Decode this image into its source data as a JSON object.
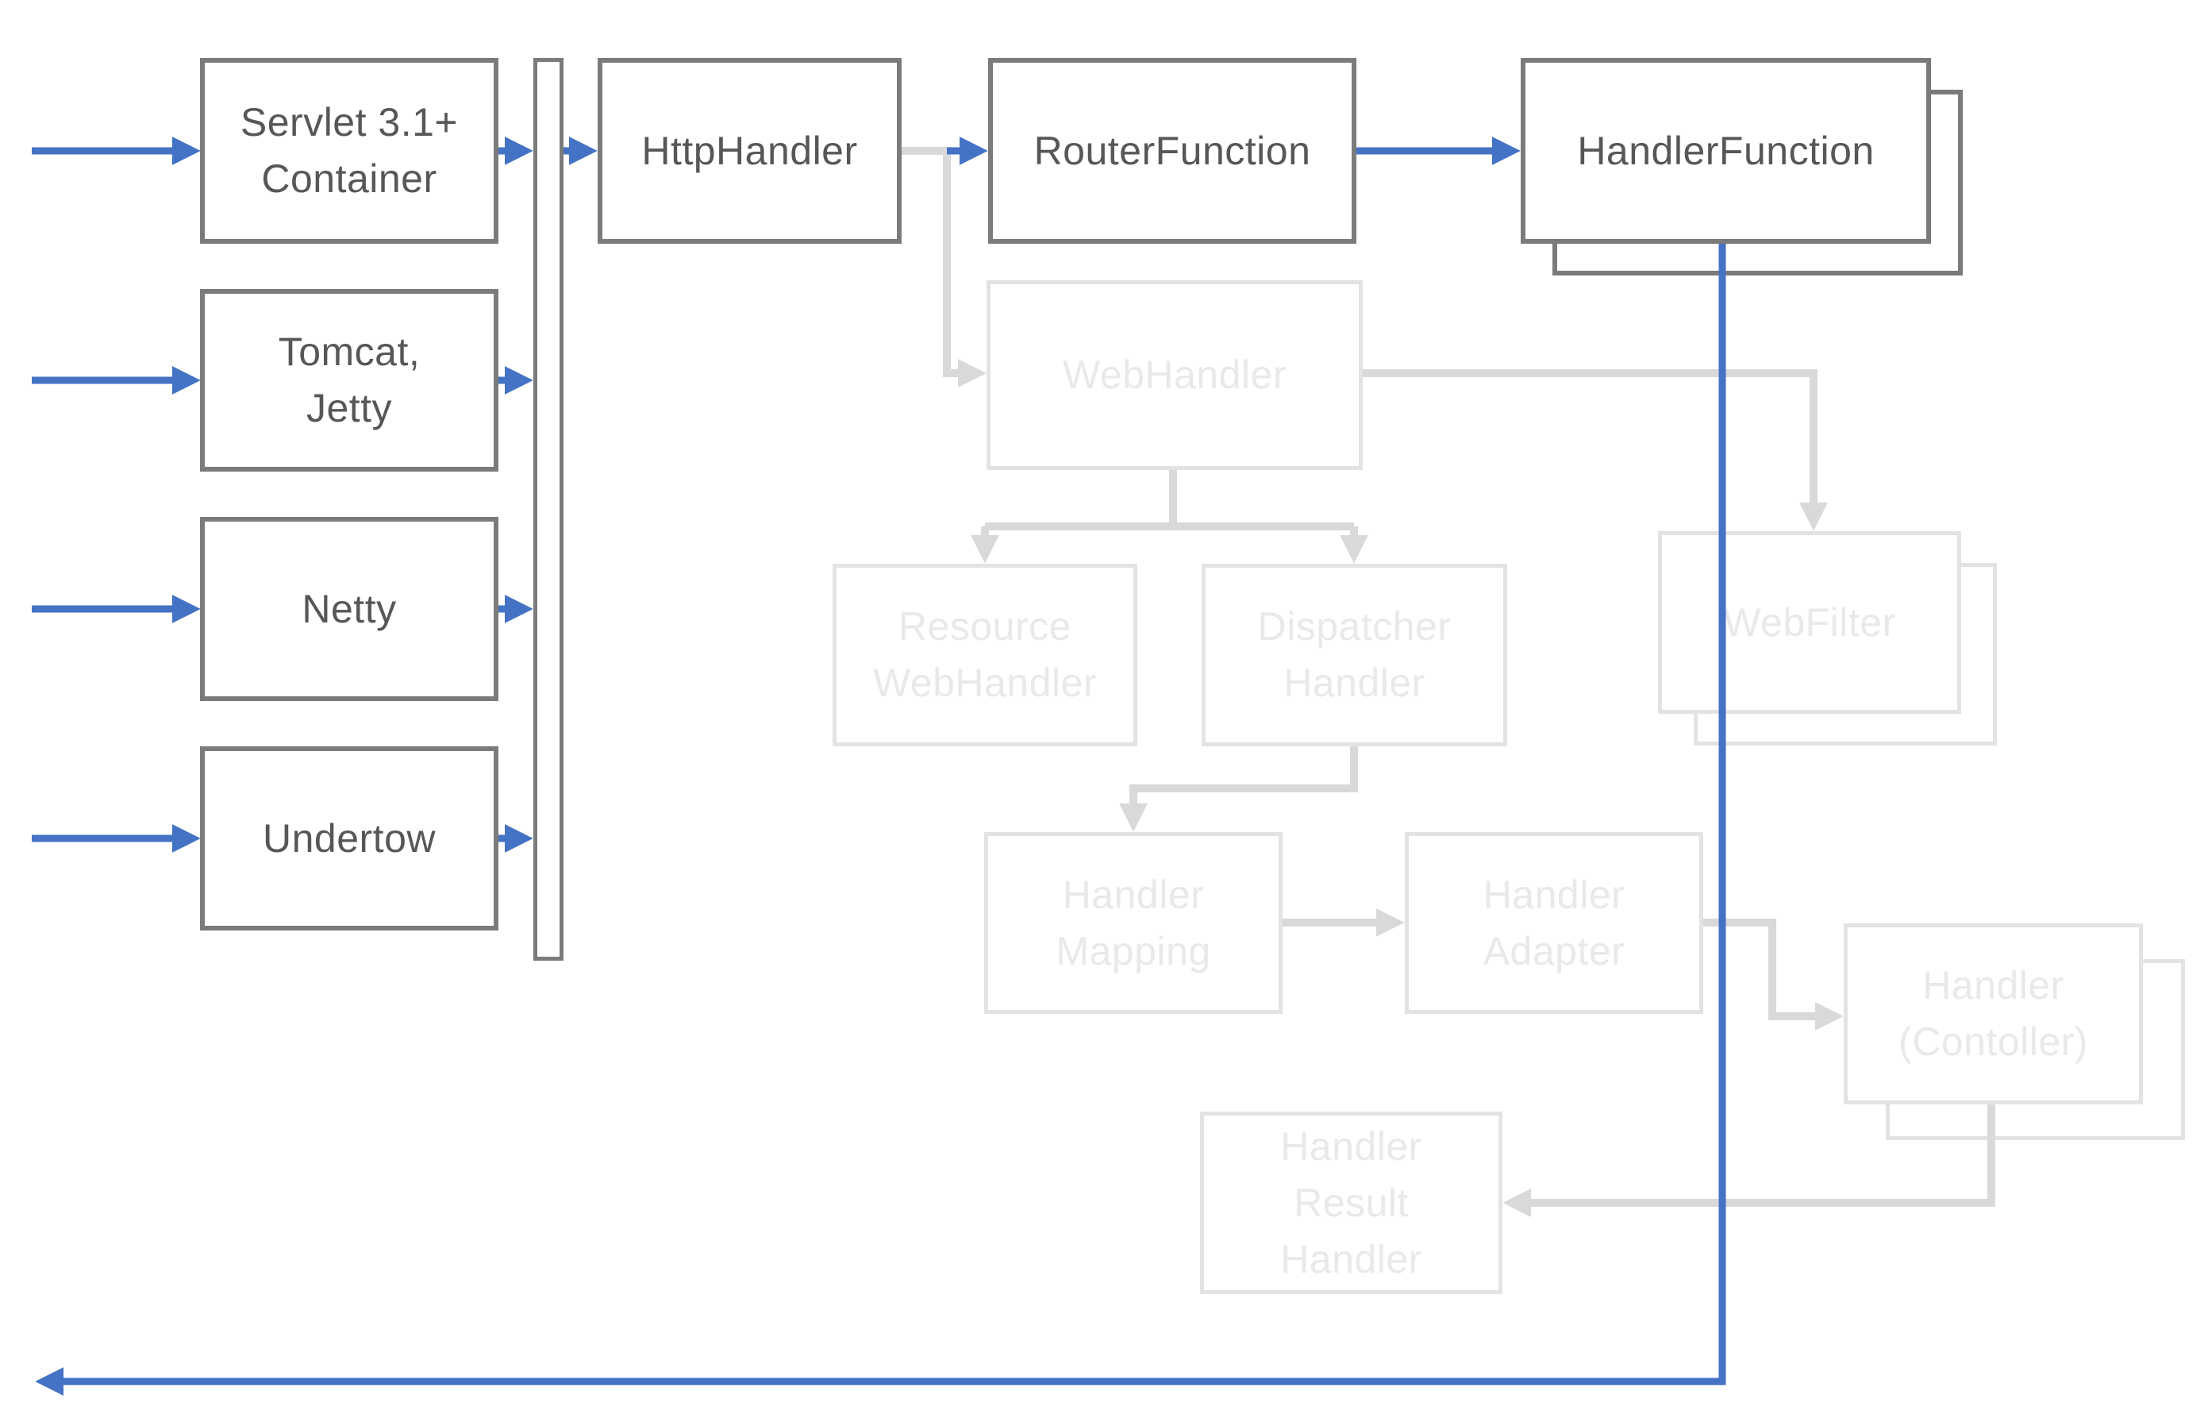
{
  "colors": {
    "accent_blue": "#4472c4",
    "active_border_gray": "#7b7b7b",
    "active_text_gray": "#57575a",
    "faded_border_gray": "#e3e3e5",
    "faded_line_gray": "#d9d9db",
    "faded_text_gray": "#e9e9ec",
    "background": "#ffffff"
  },
  "nodes": [
    {
      "id": "servlet-container",
      "label": "Servlet 3.1+\nContainer",
      "state": "active"
    },
    {
      "id": "tomcat-jetty",
      "label": "Tomcat,\nJetty",
      "state": "active"
    },
    {
      "id": "netty",
      "label": "Netty",
      "state": "active"
    },
    {
      "id": "undertow",
      "label": "Undertow",
      "state": "active"
    },
    {
      "id": "http-handler",
      "label": "HttpHandler",
      "state": "active"
    },
    {
      "id": "router-function",
      "label": "RouterFunction",
      "state": "active"
    },
    {
      "id": "handler-function",
      "label": "HandlerFunction",
      "state": "active",
      "stacked": true
    },
    {
      "id": "web-handler",
      "label": "WebHandler",
      "state": "faded"
    },
    {
      "id": "resource-web-handler",
      "label": "Resource\nWebHandler",
      "state": "faded"
    },
    {
      "id": "dispatcher-handler",
      "label": "Dispatcher\nHandler",
      "state": "faded"
    },
    {
      "id": "web-filter",
      "label": "WebFilter",
      "state": "faded",
      "stacked": true
    },
    {
      "id": "handler-mapping",
      "label": "Handler\nMapping",
      "state": "faded"
    },
    {
      "id": "handler-adapter",
      "label": "Handler\nAdapter",
      "state": "faded"
    },
    {
      "id": "handler-controller",
      "label": "Handler\n(Contoller)",
      "state": "faded",
      "stacked": true
    },
    {
      "id": "handler-result-handler",
      "label": "Handler\nResult\nHandler",
      "state": "faded"
    }
  ],
  "edges": [
    {
      "from": "external-request",
      "to": "servlet-container",
      "style": "blue-arrow"
    },
    {
      "from": "external-request",
      "to": "tomcat-jetty",
      "style": "blue-arrow"
    },
    {
      "from": "external-request",
      "to": "netty",
      "style": "blue-arrow"
    },
    {
      "from": "external-request",
      "to": "undertow",
      "style": "blue-arrow"
    },
    {
      "from": "servlet-container",
      "to": "adapter-bar",
      "style": "blue-arrow"
    },
    {
      "from": "tomcat-jetty",
      "to": "adapter-bar",
      "style": "blue-arrow"
    },
    {
      "from": "netty",
      "to": "adapter-bar",
      "style": "blue-arrow"
    },
    {
      "from": "undertow",
      "to": "adapter-bar",
      "style": "blue-arrow"
    },
    {
      "from": "adapter-bar",
      "to": "http-handler",
      "style": "blue-arrow"
    },
    {
      "from": "http-handler",
      "to": "router-function",
      "style": "blue-arrow"
    },
    {
      "from": "router-function",
      "to": "handler-function",
      "style": "blue-arrow"
    },
    {
      "from": "handler-function",
      "to": "response-return-left",
      "style": "blue-arrow"
    },
    {
      "from": "http-handler",
      "to": "web-handler",
      "style": "gray-arrow"
    },
    {
      "from": "web-handler",
      "to": "web-filter",
      "style": "gray-arrow"
    },
    {
      "from": "web-handler",
      "to": "resource-web-handler",
      "style": "gray-arrow"
    },
    {
      "from": "web-handler",
      "to": "dispatcher-handler",
      "style": "gray-arrow"
    },
    {
      "from": "dispatcher-handler",
      "to": "handler-mapping",
      "style": "gray-arrow"
    },
    {
      "from": "handler-mapping",
      "to": "handler-adapter",
      "style": "gray-arrow"
    },
    {
      "from": "handler-adapter",
      "to": "handler-controller",
      "style": "gray-arrow"
    },
    {
      "from": "handler-controller",
      "to": "handler-result-handler",
      "style": "gray-arrow"
    }
  ]
}
